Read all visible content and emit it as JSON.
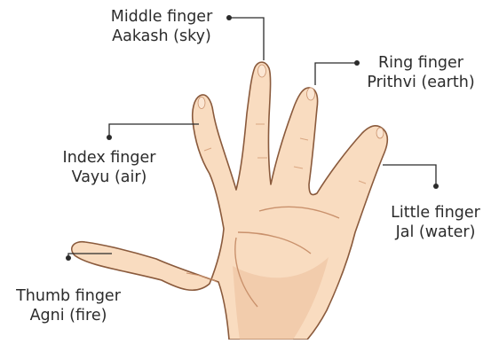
{
  "labels": {
    "middle": {
      "name": "Middle finger",
      "element": "Aakash (sky)"
    },
    "ring": {
      "name": "Ring finger",
      "element": "Prithvi (earth)"
    },
    "index": {
      "name": "Index finger",
      "element": "Vayu (air)"
    },
    "little": {
      "name": "Little finger",
      "element": "Jal (water)"
    },
    "thumb": {
      "name": "Thumb finger",
      "element": "Agni (fire)"
    }
  },
  "colors": {
    "skin": "#f9dcc0",
    "skin_shadow": "#e9b894",
    "outline": "#8a5a3c",
    "crease": "#c9916c",
    "text": "#2b2b2b",
    "leader": "#2b2b2b"
  }
}
